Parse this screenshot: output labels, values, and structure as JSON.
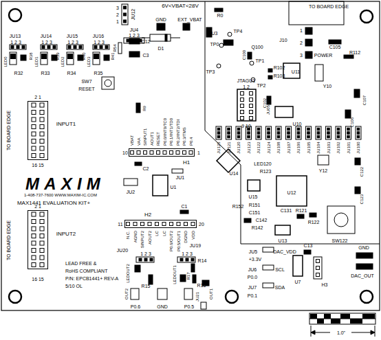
{
  "diagram": {
    "nodes": [
      {
        "text": [
          "INPUT1"
        ]
      },
      {
        "text": [
          "H1"
        ]
      },
      {
        "text": [
          "H2"
        ]
      },
      {
        "text": [
          "INPUT2"
        ]
      }
    ],
    "labels": [
      "3",
      "2",
      "1",
      "JU12",
      "JU4",
      "1 2 3",
      "6V<VBAT<28V",
      "GND",
      "EXT_VBAT",
      "R0",
      "TO BOARD EDGE",
      "C12",
      "C3",
      "R54",
      "D1",
      "U3",
      "TP4",
      "TP0",
      "C100",
      "Q100",
      "J10",
      "1",
      "2",
      "3",
      "POWER",
      "C105",
      "R112",
      "TP3",
      "TP1",
      "R102",
      "R103",
      "TP2",
      "U11",
      "Y10",
      "C107",
      "C102",
      "U10",
      "C106",
      "JU13",
      "1 2 3",
      "JU14",
      "1 2 3",
      "JU15",
      "1 2 3",
      "JU16",
      "1 2 3",
      "R38",
      "R39",
      "R40",
      "R41",
      "LED0",
      "LED1",
      "LED2",
      "LED3",
      "R32",
      "R33",
      "R34",
      "R35",
      "SW7",
      "RESET",
      "2 1",
      "16 15",
      "TO BOARD EDGE",
      "R9",
      "VBAT",
      "VAA",
      "SINPUT1",
      "AOUT1",
      "RESET",
      "P0.0/INT0/TC0",
      "P0.1/INT1/TD0",
      "P0.2/INT2/TDI",
      "P0.3/TMS",
      "P0.4",
      "10",
      "1",
      "C2",
      "JTAGU1",
      "1 2",
      "9 10",
      "JU05",
      "JU125",
      "JU121",
      "JU120",
      "JU123",
      "JU122",
      "JU124",
      "JU108",
      "JU107",
      "JU106",
      "JU105",
      "JU104",
      "JU103",
      "JU102",
      "JU101",
      "JU100",
      "U14",
      "LED120",
      "R123",
      "Y12",
      "C122",
      "U15",
      "R152",
      "R151",
      "C151",
      "U12",
      "C123",
      "C131",
      "R121",
      "C142",
      "R142",
      "U13",
      "R122",
      "SW122",
      "MAXIM",
      "1-408-737-7600 WWW.MAXIM-IC.COM",
      "MAX1441 EVALUATION KIT+",
      "JU2",
      "U1",
      "JU1",
      "C1",
      "11",
      "20",
      "N.C.",
      "AGND",
      "SINPUT2",
      "AOUT2",
      "LC",
      "LC",
      "P0.6/OUT2",
      "P0.5/OUT1",
      "DGND",
      "VDD",
      "2 1",
      "16 15",
      "TO BOARD EDGE",
      "LEAD FREE &",
      "RoHS COMPLIANT",
      "P/N: EPCB1441+ REV-A",
      "5/10 OL",
      "JU20",
      "1 2 3",
      "LEDOUT2",
      "R15",
      "OUT2",
      "P0.6",
      "GND",
      "P0.5",
      "OUT1",
      "JU19",
      "1 2 3",
      "LEDOUT1",
      "R17",
      "R14",
      "R16",
      "JU21",
      "JU5",
      "+3.3V",
      "DAC_VDD",
      "C13",
      "GND",
      "JU6",
      "P0.0",
      "SCL",
      "U7",
      "DAC_OUT",
      "H3",
      "JU7",
      "P0.1",
      "SDA",
      "1.0\""
    ]
  }
}
